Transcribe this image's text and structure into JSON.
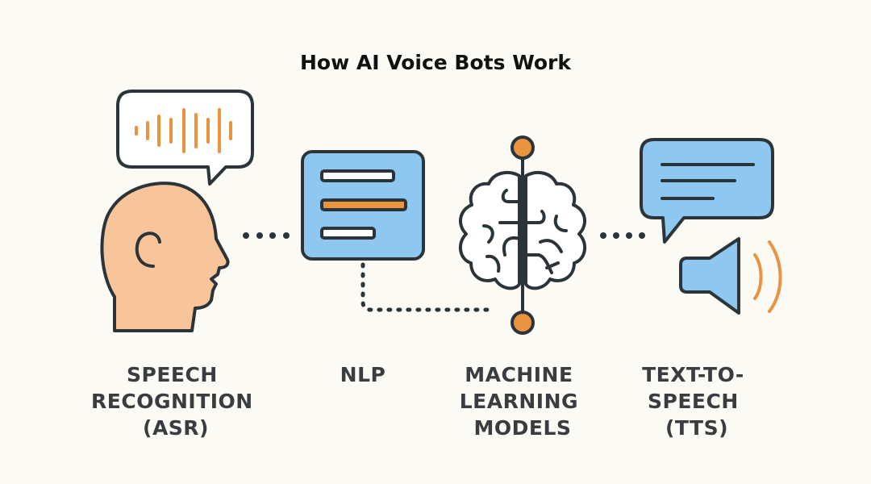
{
  "title": "How AI Voice Bots Work",
  "steps": [
    {
      "icon": "head-with-speech-bubble-icon",
      "label_lines": [
        "SPEECH",
        "RECOGNITION",
        "(ASR)"
      ]
    },
    {
      "icon": "document-lines-icon",
      "label_lines": [
        "NLP"
      ]
    },
    {
      "icon": "brain-icon",
      "label_lines": [
        "MACHINE",
        "LEARNING",
        "MODELS"
      ]
    },
    {
      "icon": "speech-bubble-speaker-icon",
      "label_lines": [
        "TEXT-TO-",
        "SPEECH",
        "(TTS)"
      ]
    }
  ],
  "colors": {
    "orange": "#ea9440",
    "blue": "#8ec8f0",
    "skin": "#f8c59a",
    "outline": "#2b3439",
    "background": "#fbfaf5"
  }
}
